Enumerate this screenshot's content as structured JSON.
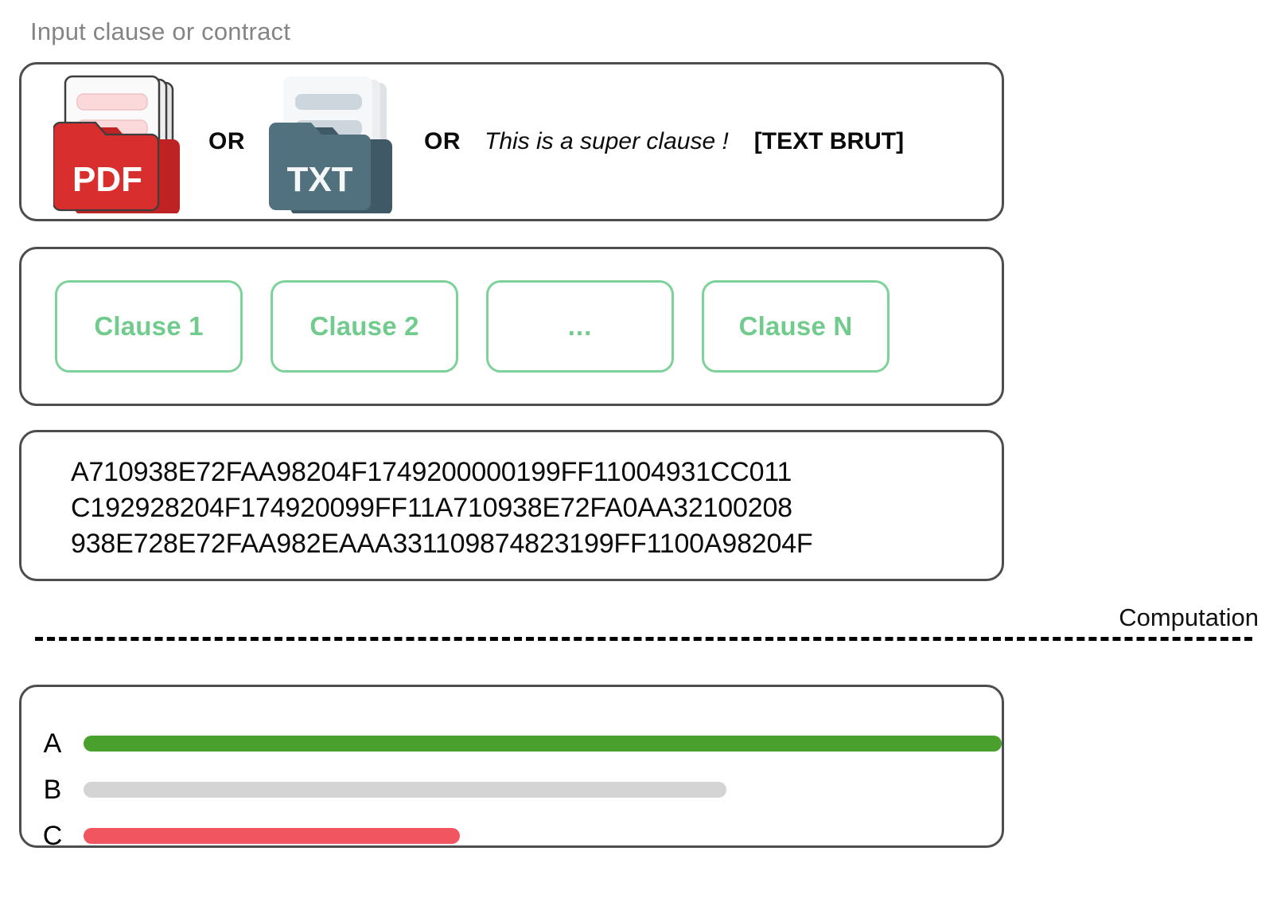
{
  "section": {
    "title": "Input clause or contract"
  },
  "input": {
    "pdf_icon_label": "PDF",
    "txt_icon_label": "TXT",
    "or_label_1": "OR",
    "or_label_2": "OR",
    "sample_text": "This is a super clause !",
    "raw_text_tag": "[TEXT BRUT]"
  },
  "clauses": {
    "items": [
      {
        "label": "Clause 1"
      },
      {
        "label": "Clause 2"
      },
      {
        "label": "..."
      },
      {
        "label": "Clause N"
      }
    ],
    "accent_color": "#71cb8d",
    "border_color": "#7ed299"
  },
  "hash": {
    "lines": [
      "A710938E72FAA98204F1749200000199FF11004931CC011",
      "C192928204F174920099FF11A710938E72FA0AA32100208",
      "938E728E72FAA982EAAA331109874823199FF1100A98204F"
    ]
  },
  "divider": {
    "label": "Computation"
  },
  "chart_data": {
    "type": "bar",
    "orientation": "horizontal",
    "categories": [
      "A",
      "B",
      "C"
    ],
    "values": [
      100,
      70,
      41
    ],
    "colors": [
      "#4aa02c",
      "#d4d4d4",
      "#f05560"
    ],
    "title": "",
    "xlabel": "",
    "ylabel": "",
    "xlim": [
      0,
      100
    ],
    "grid": false,
    "legend": false,
    "series": [
      {
        "name": "A",
        "value": 100,
        "color": "#4aa02c"
      },
      {
        "name": "B",
        "value": 70,
        "color": "#d4d4d4"
      },
      {
        "name": "C",
        "value": 41,
        "color": "#f05560"
      }
    ]
  },
  "palette": {
    "panel_border": "#4d4d4d",
    "title_gray": "#848484",
    "pdf_red": "#d92e2e",
    "txt_slate": "#52717e"
  }
}
